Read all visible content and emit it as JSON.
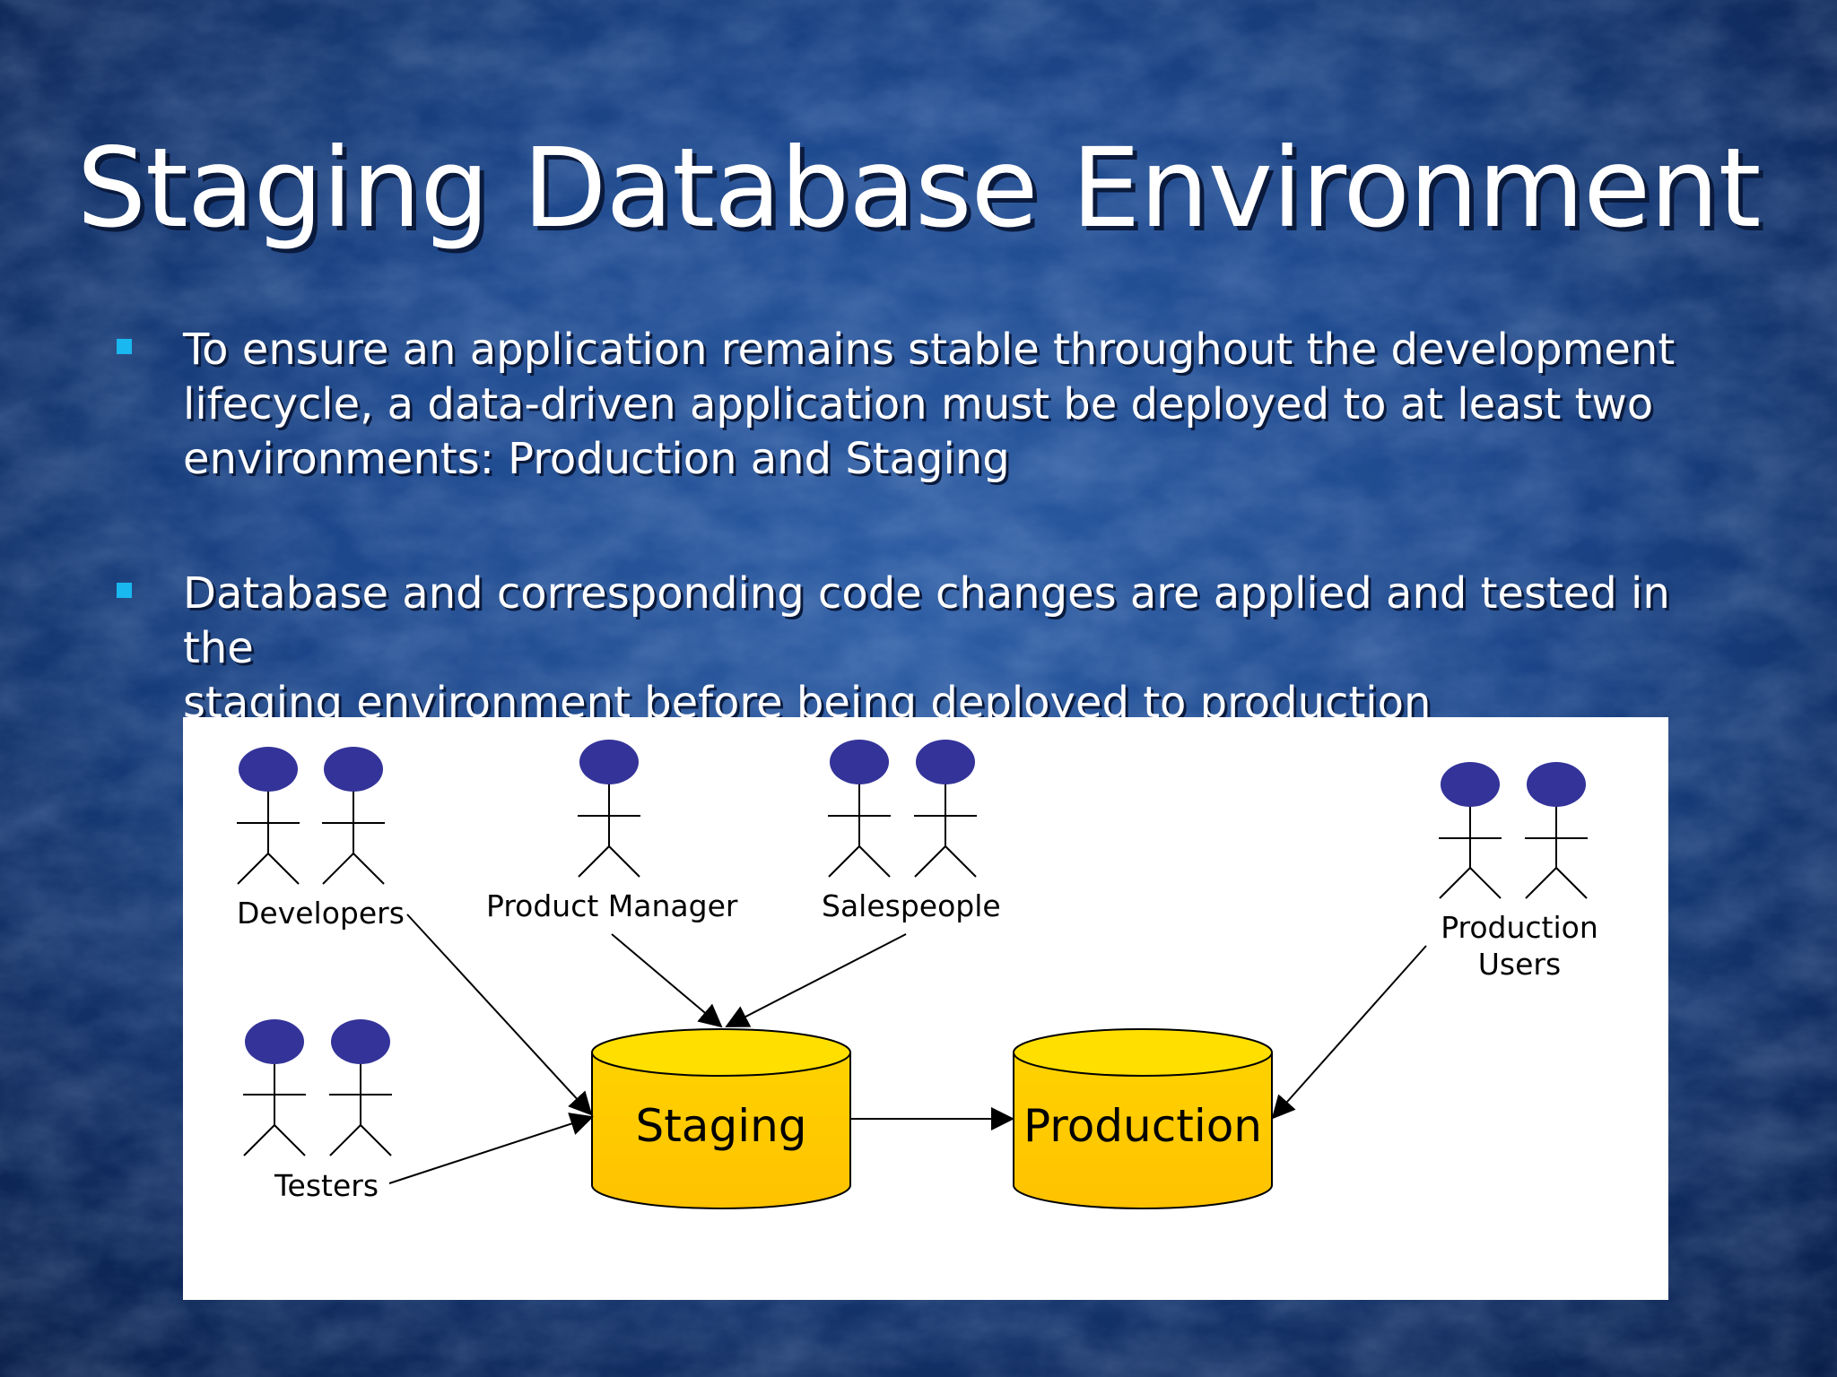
{
  "slide": {
    "title": "Staging Database Environment",
    "bullets": [
      {
        "lines": [
          "To ensure an application remains stable throughout the development",
          "lifecycle, a data-driven application must be deployed to at least two",
          "environments:  Production and Staging"
        ]
      },
      {
        "lines": [
          "Database and corresponding code changes are applied and tested in the",
          "staging environment before being deployed to production"
        ]
      }
    ]
  },
  "diagram": {
    "actors": {
      "developers": "Developers",
      "product_manager": "Product Manager",
      "salespeople": "Salespeople",
      "testers": "Testers",
      "production_users_line1": "Production",
      "production_users_line2": "Users"
    },
    "databases": {
      "staging": "Staging",
      "production": "Production"
    },
    "colors": {
      "actor_head": "#333399",
      "database_fill": "#ffcc00",
      "database_top": "#ffdf00",
      "bullet_marker": "#19b8f0",
      "slide_background": "#1c4a8c"
    }
  }
}
